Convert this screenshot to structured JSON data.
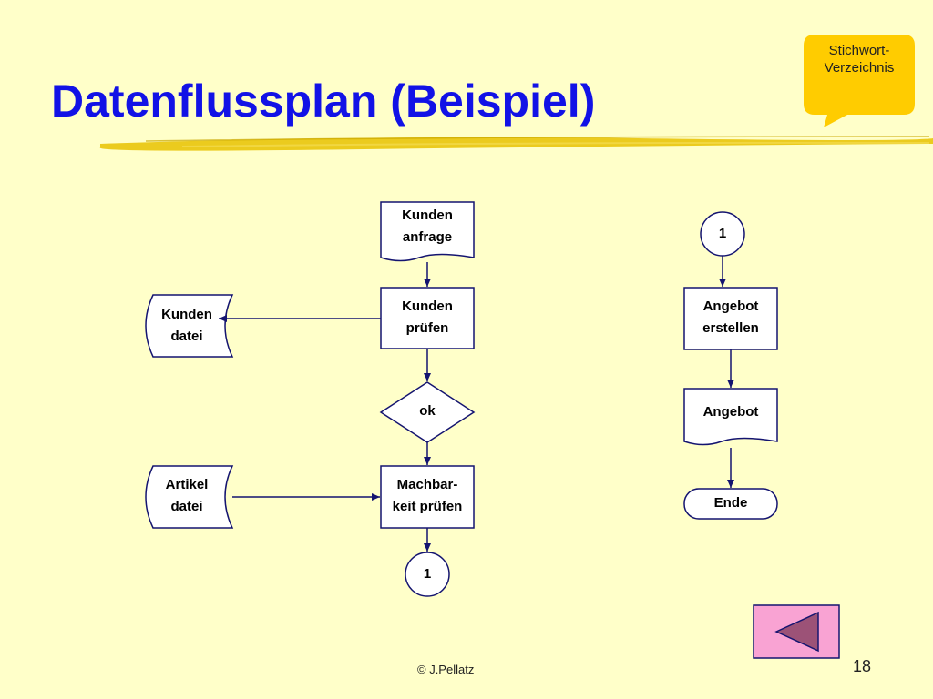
{
  "title": "Datenflussplan (Beispiel)",
  "callout": {
    "label": "Stichwort-\nVerzeichnis"
  },
  "nodes": {
    "kunden_anfrage": "Kunden\nanfrage",
    "kunden_pruefen": "Kunden\nprüfen",
    "kunden_datei": "Kunden\ndatei",
    "ok": "ok",
    "artikel_datei": "Artikel\ndatei",
    "machbarkeit_pruefen": "Machbar-\nkeit prüfen",
    "connector_1_bottom": "1",
    "connector_1_top": "1",
    "angebot_erstellen": "Angebot\nerstellen",
    "angebot": "Angebot",
    "ende": "Ende"
  },
  "footer": {
    "copyright": "© J.Pellatz",
    "page_number": "18"
  },
  "colors": {
    "background": "#FFFFC9",
    "title": "#1212E6",
    "callout": "#FFCC00",
    "underline": "#E8C200",
    "nav_button": "#F9A3D3",
    "nav_triangle": "#9C5277",
    "stroke": "#141470"
  },
  "icons": {
    "nav_button": "back-triangle-icon"
  }
}
